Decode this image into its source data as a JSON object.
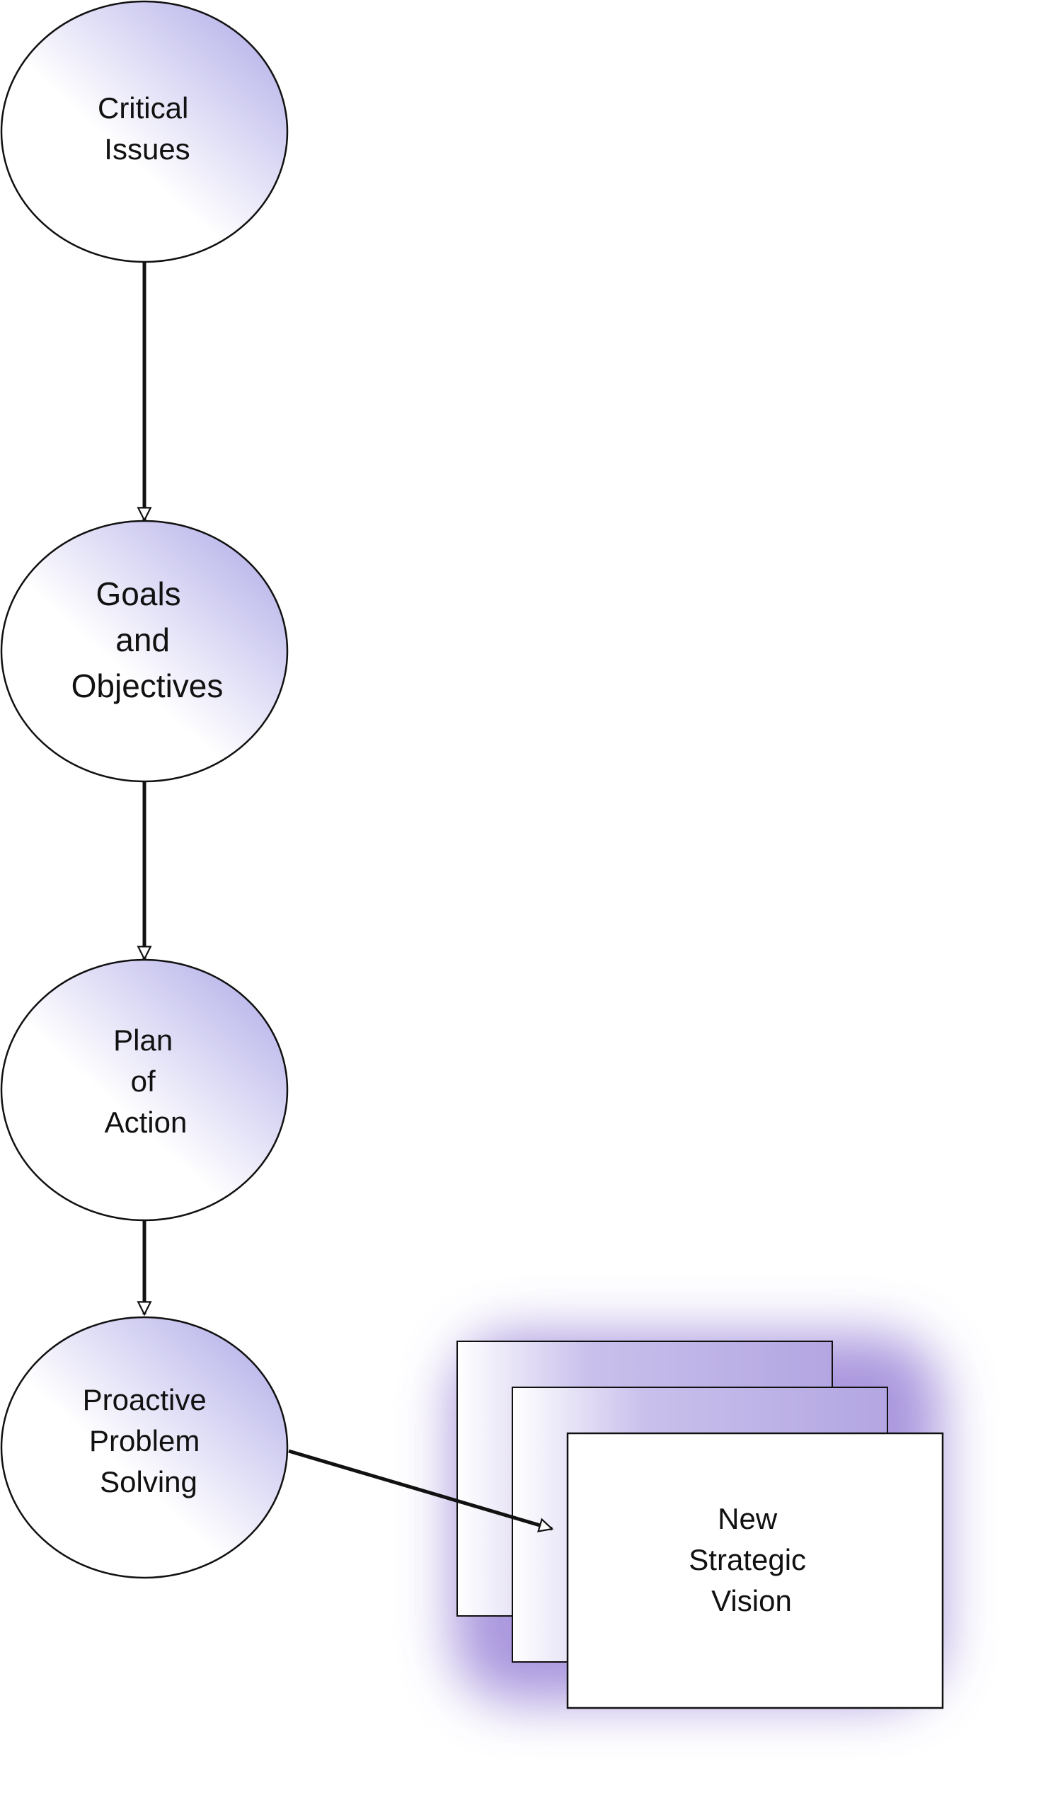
{
  "diagram": {
    "nodes": [
      {
        "id": "critical-issues",
        "lines": [
          "Critical",
          "Issues"
        ]
      },
      {
        "id": "goals-objectives",
        "lines": [
          "Goals",
          "and",
          "Objectives"
        ]
      },
      {
        "id": "plan-of-action",
        "lines": [
          "Plan",
          "of",
          "Action"
        ]
      },
      {
        "id": "proactive-problem-solving",
        "lines": [
          "Proactive",
          "Problem",
          "Solving"
        ]
      }
    ],
    "vision": {
      "lines": [
        "New",
        "Strategic",
        "Vision"
      ]
    },
    "edges": [
      {
        "from": "critical-issues",
        "to": "goals-objectives"
      },
      {
        "from": "goals-objectives",
        "to": "plan-of-action"
      },
      {
        "from": "plan-of-action",
        "to": "proactive-problem-solving"
      },
      {
        "from": "proactive-problem-solving",
        "to": "new-strategic-vision"
      }
    ],
    "colors": {
      "ellipse_fill_light": "#ffffff",
      "ellipse_fill_dark": "#b7b3ea",
      "stroke": "#111111",
      "glow": "#9a84d6"
    }
  }
}
